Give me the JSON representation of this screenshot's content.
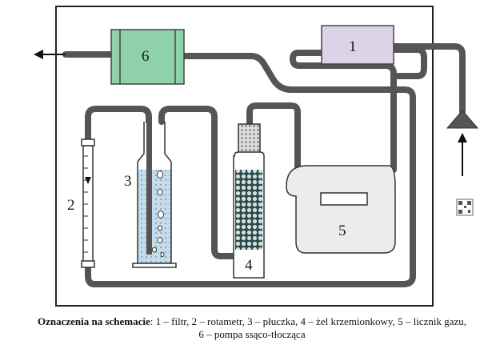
{
  "labels": {
    "filter": "1",
    "rotameter": "2",
    "washer": "3",
    "silica_gel": "4",
    "gas_meter": "5",
    "pump": "6"
  },
  "caption": {
    "heading": "Oznaczenia na schemacie",
    "line1": ": 1 – filtr, 2 – rotametr, 3 – płuczka, 4 – żel krzemionkowy, 5 – licznik gazu,",
    "line2": "6 – pompa ssąco-tłocząca"
  },
  "colors": {
    "tube": "#555555",
    "filter_fill": "#dcd3e8",
    "pump_fill": "#8fd1a9",
    "liquid_fill": "#c4dbea",
    "gel_fill": "#2f4a4a",
    "meter_fill": "#ececec"
  }
}
